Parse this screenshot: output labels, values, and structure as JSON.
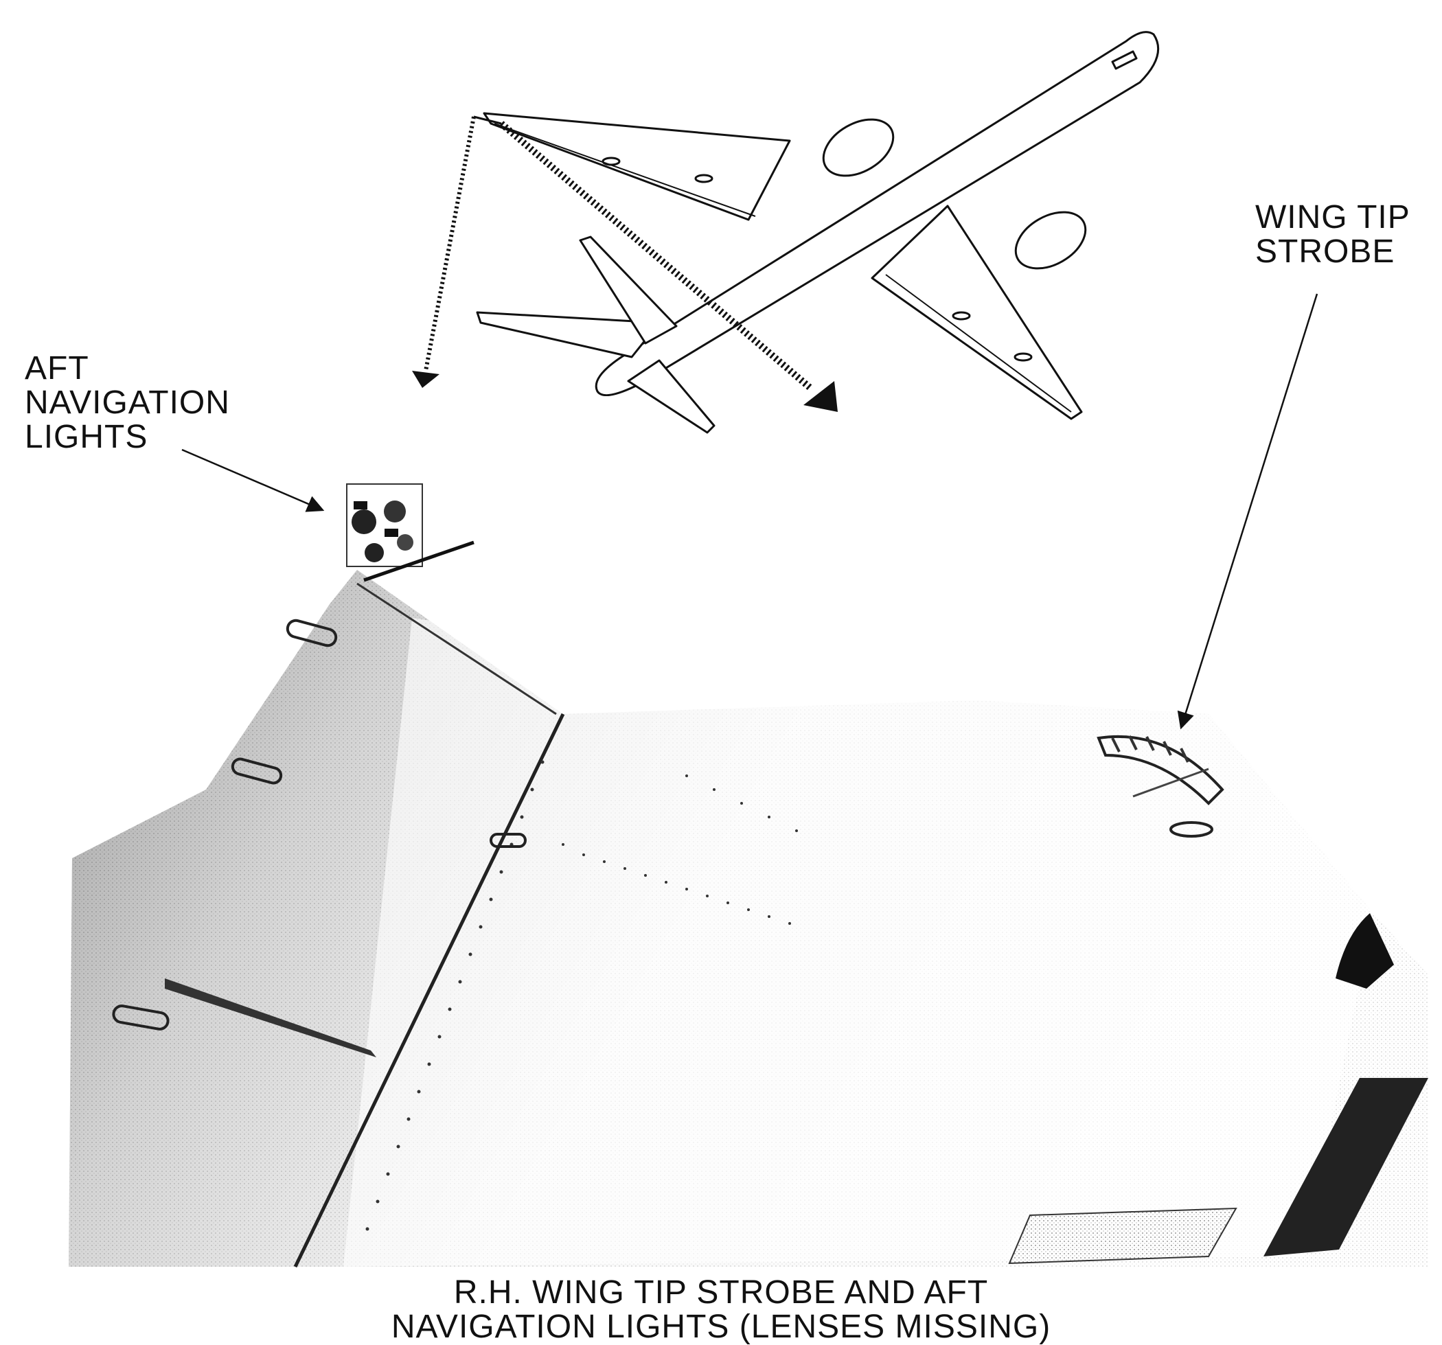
{
  "labels": {
    "aft_nav": {
      "line1": "AFT",
      "line2": "NAVIGATION",
      "line3": "LIGHTS"
    },
    "wing_strobe": {
      "line1": "WING TIP",
      "line2": "STROBE"
    }
  },
  "caption": {
    "line1": "R.H. WING TIP STROBE AND AFT",
    "line2": "NAVIGATION LIGHTS (LENSES MISSING)"
  },
  "colors": {
    "ink": "#111111",
    "wing_light": "#e8e8e8",
    "wing_dark": "#555555",
    "background": "#ffffff"
  }
}
